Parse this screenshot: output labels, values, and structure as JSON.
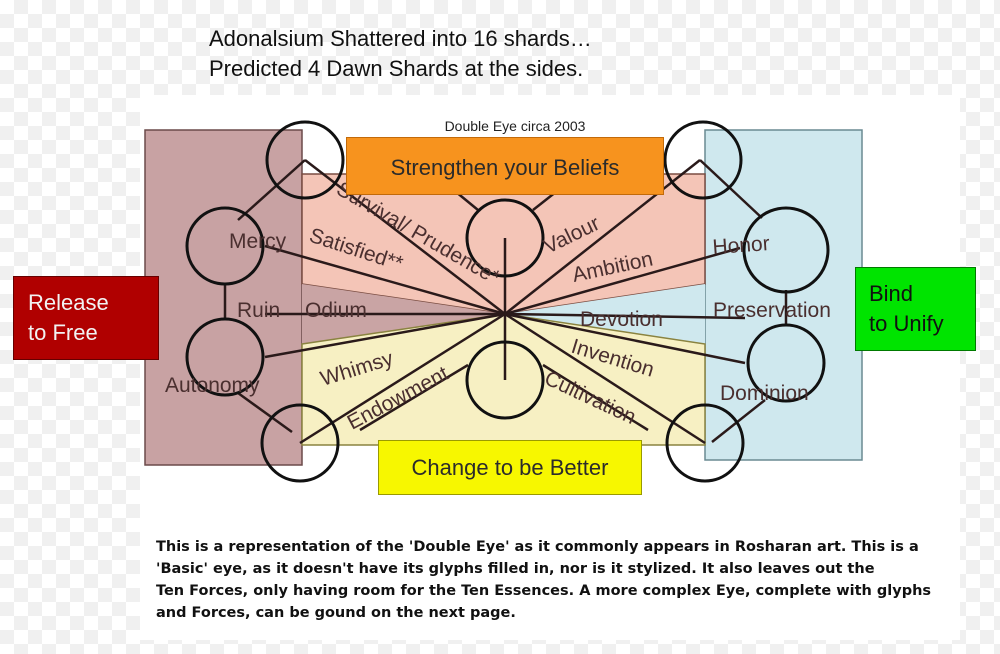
{
  "header": {
    "line1": "Adonalsium Shattered into 16 shards…",
    "line2": "Predicted 4 Dawn Shards at the sides."
  },
  "diagram": {
    "title": "Double Eye circa 2003",
    "labels": {
      "survival_prudence": "Survival/ Prudence*",
      "satisfied": "Satisfied**",
      "valour": "Valour",
      "ambition": "Ambition",
      "mercy": "Mercy",
      "ruin": "Ruin",
      "odium": "Odium",
      "autonomy": "Autonomy",
      "honor": "Honor",
      "preservation": "Preservation",
      "devotion": "Devotion",
      "dominion": "Dominion",
      "whimsy": "Whimsy",
      "endowment": "Endowment",
      "invention": "Invention",
      "cultivation": "Cultivation"
    },
    "colors": {
      "left_column": "#c8a2a3",
      "right_column": "#cfe8ee",
      "top_band": "#f4c5b7",
      "bottom_band": "#f7f0c3",
      "odium_strip": "#c9a4a4"
    }
  },
  "boxes": {
    "release": {
      "line1": "Release",
      "line2": "to Free",
      "color": "#b00000"
    },
    "bind": {
      "line1": "Bind",
      "line2": "to Unify",
      "color": "#00e400"
    },
    "strengthen": {
      "text": "Strengthen your Beliefs",
      "color": "#f7931e"
    },
    "change": {
      "text": "Change to be Better",
      "color": "#f7f700"
    }
  },
  "caption": {
    "line1": "This is a representation of the 'Double Eye' as it commonly appears in Rosharan art.  This is a",
    "line2": "'Basic' eye, as it doesn't have its glyphs filled in, nor is it stylized.  It also leaves out the",
    "line3": "Ten Forces, only having room for the Ten Essences.  A more complex Eye, complete with glyphs",
    "line4": "and Forces, can be gound on the next page."
  }
}
